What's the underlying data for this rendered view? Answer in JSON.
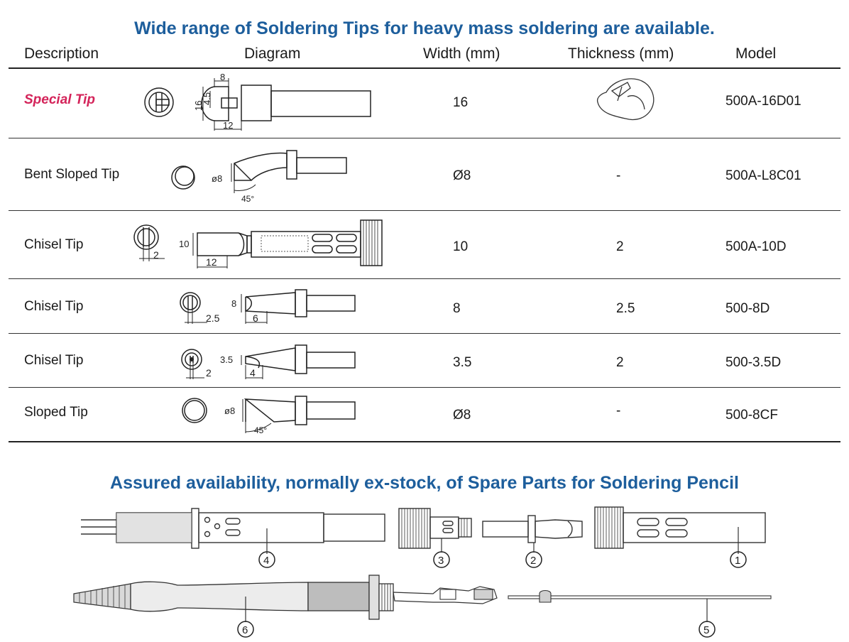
{
  "title_tips": "Wide range of Soldering Tips for heavy mass soldering are available.",
  "headers": {
    "description": "Description",
    "diagram": "Diagram",
    "width": "Width (mm)",
    "thickness": "Thickness (mm)",
    "model": "Model"
  },
  "rows": [
    {
      "description": "Special Tip",
      "width": "16",
      "thickness": "",
      "model": "500A-16D01",
      "dims": {
        "a": "8",
        "b": "16",
        "c": "4.5",
        "d": "12"
      }
    },
    {
      "description": "Bent Sloped Tip",
      "width": "Ø8",
      "thickness": "-",
      "model": "500A-L8C01",
      "dims": {
        "a": "ø8",
        "b": "45°"
      }
    },
    {
      "description": "Chisel Tip",
      "width": "10",
      "thickness": "2",
      "model": "500A-10D",
      "dims": {
        "a": "2",
        "b": "10",
        "c": "12"
      }
    },
    {
      "description": "Chisel Tip",
      "width": "8",
      "thickness": "2.5",
      "model": "500-8D",
      "dims": {
        "a": "2.5",
        "b": "8",
        "c": "6"
      }
    },
    {
      "description": "Chisel Tip",
      "width": "3.5",
      "thickness": "2",
      "model": "500-3.5D",
      "dims": {
        "a": "2",
        "b": "3.5",
        "c": "4"
      }
    },
    {
      "description": "Sloped Tip",
      "width": "Ø8",
      "thickness": "-",
      "model": "500-8CF",
      "dims": {
        "a": "ø8",
        "b": "45°"
      }
    }
  ],
  "title_parts": "Assured availability, normally ex-stock, of Spare Parts for Soldering Pencil",
  "parts": {
    "p1": "1",
    "p2": "2",
    "p3": "3",
    "p4": "4",
    "p5": "5",
    "p6": "6"
  }
}
